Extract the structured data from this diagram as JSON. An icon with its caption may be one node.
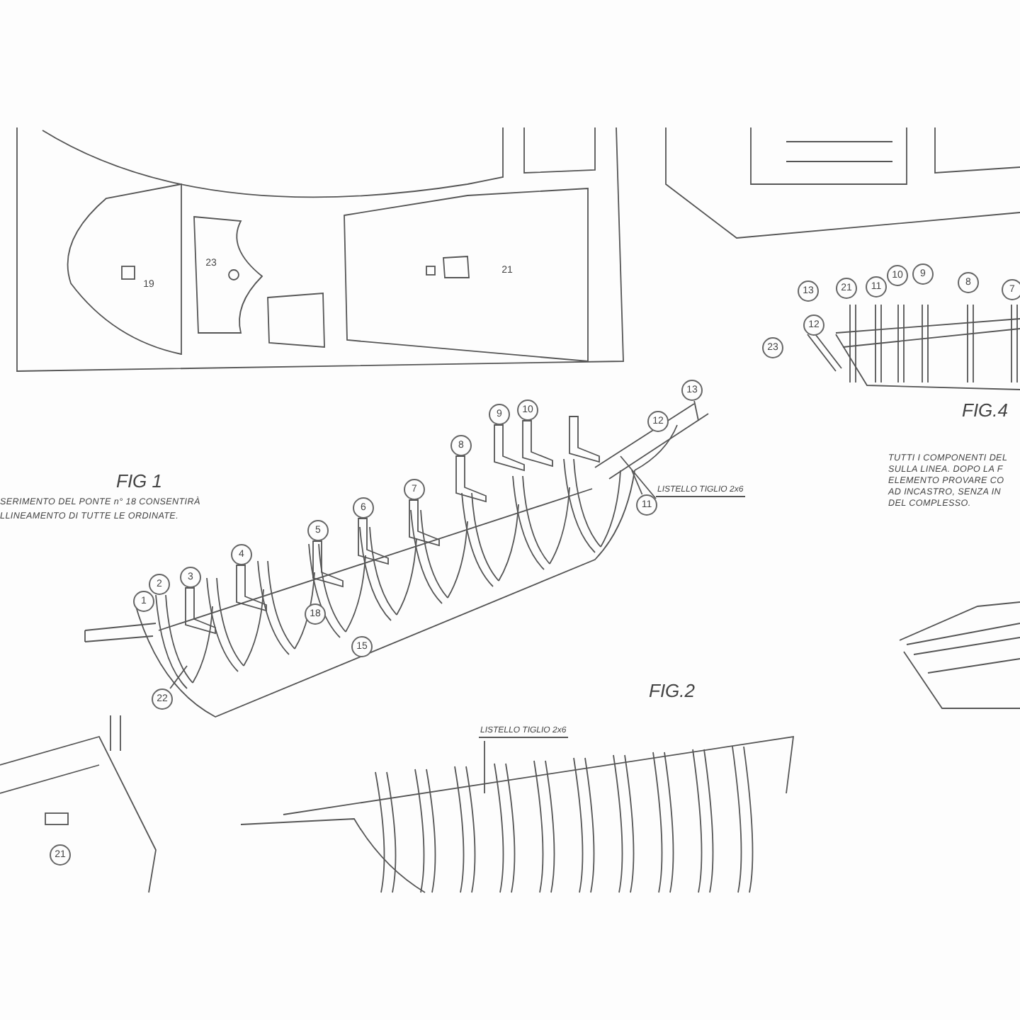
{
  "diagram": {
    "nodes": [
      {
        "text": [
          "23"
        ]
      },
      {
        "text": [
          "13"
        ]
      },
      {
        "text": [
          "21"
        ]
      },
      {
        "text": [
          "11"
        ]
      },
      {
        "text": [
          "10"
        ]
      },
      {
        "text": [
          "9"
        ]
      },
      {
        "text": [
          "8"
        ]
      },
      {
        "text": [
          "7"
        ]
      },
      {
        "text": [
          "12"
        ]
      },
      {
        "text": [
          "9"
        ]
      },
      {
        "text": [
          "10"
        ]
      },
      {
        "text": [
          "13"
        ]
      },
      {
        "text": [
          "12"
        ]
      },
      {
        "text": [
          "8"
        ]
      },
      {
        "text": [
          "7"
        ]
      },
      {
        "text": [
          "11"
        ]
      },
      {
        "text": [
          "6"
        ]
      },
      {
        "text": [
          "5"
        ]
      },
      {
        "text": [
          "4"
        ]
      },
      {
        "text": [
          "3"
        ]
      },
      {
        "text": [
          "2"
        ]
      },
      {
        "text": [
          "1"
        ]
      },
      {
        "text": [
          "18"
        ]
      },
      {
        "text": [
          "15"
        ]
      },
      {
        "text": [
          "22"
        ]
      },
      {
        "text": [
          "LISTELLO TIGLIO 2x6"
        ]
      },
      {
        "text": [
          "LISTELLO TIGLIO 2x6"
        ]
      },
      {
        "text": [
          "21"
        ]
      }
    ],
    "edges": [
      {
        "from": 15,
        "to": null,
        "arrow": "none"
      },
      {
        "from": 11,
        "to": null,
        "arrow": "none"
      },
      {
        "from": 24,
        "to": null,
        "arrow": "none"
      },
      {
        "from": 25,
        "to": null,
        "arrow": "none"
      },
      {
        "from": 26,
        "to": null,
        "arrow": "none"
      }
    ],
    "labels": [
      "19",
      "23",
      "21",
      "FIG.4",
      "FIG 1",
      "SERIMENTO DEL PONTE n° 18 CONSENTIRÀ",
      "LLINEAMENTO DI TUTTE LE ORDINATE.",
      "TUTTI I COMPONENTI DEL",
      "SULLA LINEA. DOPO LA F",
      "ELEMENTO PROVARE CO",
      "AD INCASTRO, SENZA IN",
      "DEL COMPLESSO.",
      "FIG.2"
    ]
  }
}
